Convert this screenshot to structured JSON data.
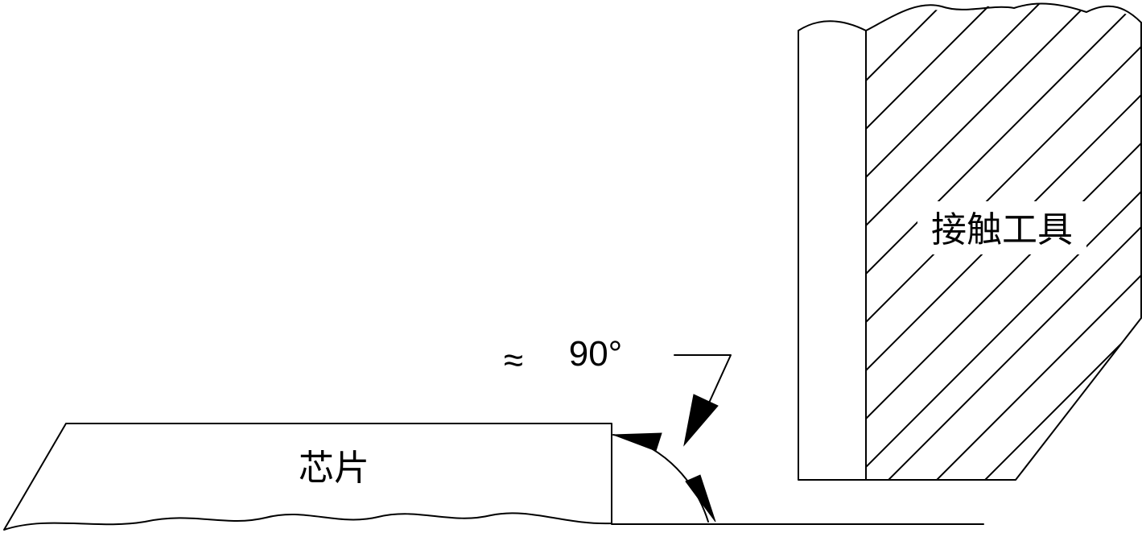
{
  "labels": {
    "chip": "芯片",
    "contact_tool": "接触工具",
    "approx_symbol": "≈",
    "angle_value": "90°"
  }
}
